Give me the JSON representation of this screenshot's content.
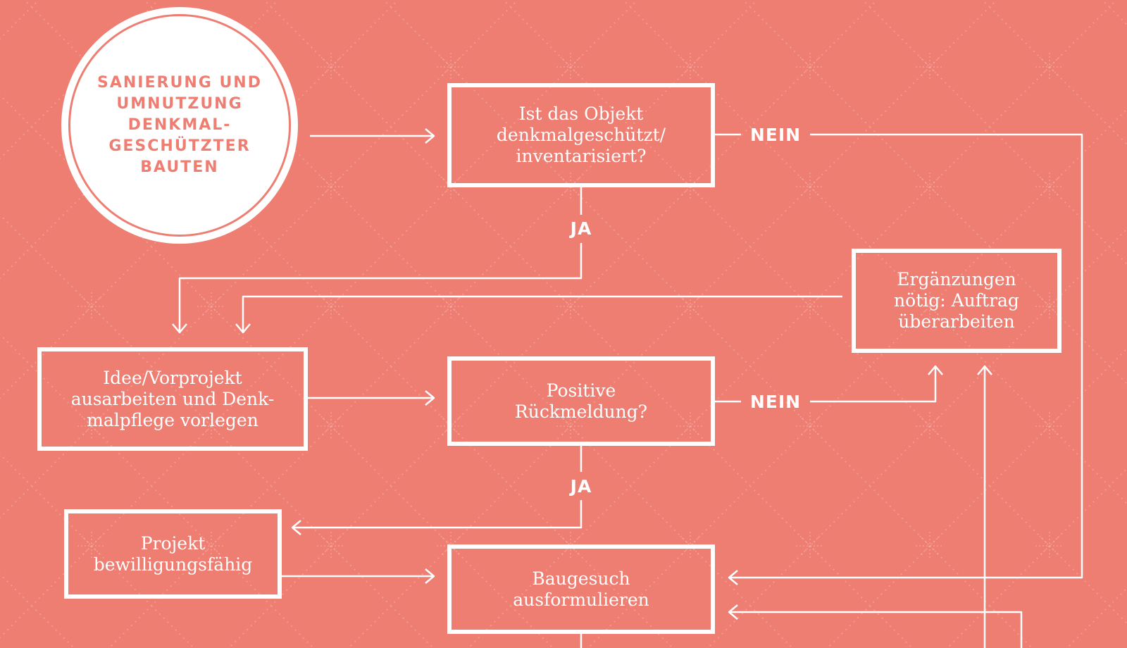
{
  "diagram": {
    "start": "SANIERUNG UND\nUMNUTZUNG\nDENKMAL-\nGESCHÜTZTER\nBAUTEN",
    "nodes": {
      "question_protected": "Ist das Objekt\ndenkmalgeschützt/\ninventarisiert?",
      "idea_preproject": "Idee/Vorprojekt\nausarbeiten und Denk-\nmalpflege vorlegen",
      "positive_feedback": "Positive\nRückmeldung?",
      "supplements": "Ergänzungen\nnötig: Auftrag\nüberarbeiten",
      "project_approvable": "Projekt\nbewilligungsfähig",
      "building_application": "Baugesuch\nausformulieren"
    },
    "labels": {
      "nein_1": "NEIN",
      "ja_1": "JA",
      "nein_2": "NEIN",
      "ja_2": "JA"
    }
  },
  "colors": {
    "background": "#ee7d72",
    "foreground": "#ffffff"
  }
}
